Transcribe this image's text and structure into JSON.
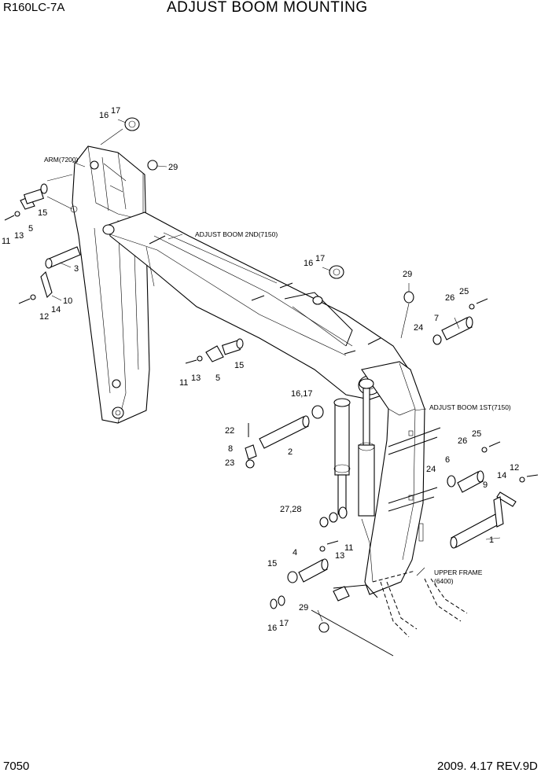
{
  "header": {
    "model": "R160LC-7A",
    "title": "ADJUST BOOM MOUNTING"
  },
  "footer": {
    "page_number": "7050",
    "revision": "2009. 4.17  REV.9D"
  },
  "assembly_labels": {
    "arm": "ARM(7200)",
    "boom_2nd": "ADJUST BOOM 2ND(7150)",
    "boom_1st": "ADJUST BOOM 1ST(7150)",
    "upper_frame_line1": "UPPER FRAME",
    "upper_frame_line2": "(6400)"
  },
  "callouts": {
    "c16_17_top_a": "16",
    "c16_17_top_b": "17",
    "c29_top": "29",
    "c15_left": "15",
    "c5_left": "5",
    "c13_left": "13",
    "c11_left": "11",
    "c3": "3",
    "c10": "10",
    "c14_left": "14",
    "c12_left": "12",
    "c16_17_mid_a": "16",
    "c16_17_mid_b": "17",
    "c29_mid": "29",
    "c26_top": "26",
    "c25_top": "25",
    "c7": "7",
    "c24_top": "24",
    "c11_mid": "11",
    "c13_mid": "13",
    "c5_mid": "5",
    "c15_mid": "15",
    "c16_17_center": "16,17",
    "c22": "22",
    "c8": "8",
    "c2": "2",
    "c23": "23",
    "c26_right": "26",
    "c25_right": "25",
    "c6": "6",
    "c24_right": "24",
    "c12_right": "12",
    "c14_right": "14",
    "c9": "9",
    "c27_28": "27,28",
    "c1": "1",
    "c4": "4",
    "c11_low": "11",
    "c13_low": "13",
    "c15_low": "15",
    "c29_low": "29",
    "c16_17_low_a": "16",
    "c16_17_low_b": "17"
  }
}
